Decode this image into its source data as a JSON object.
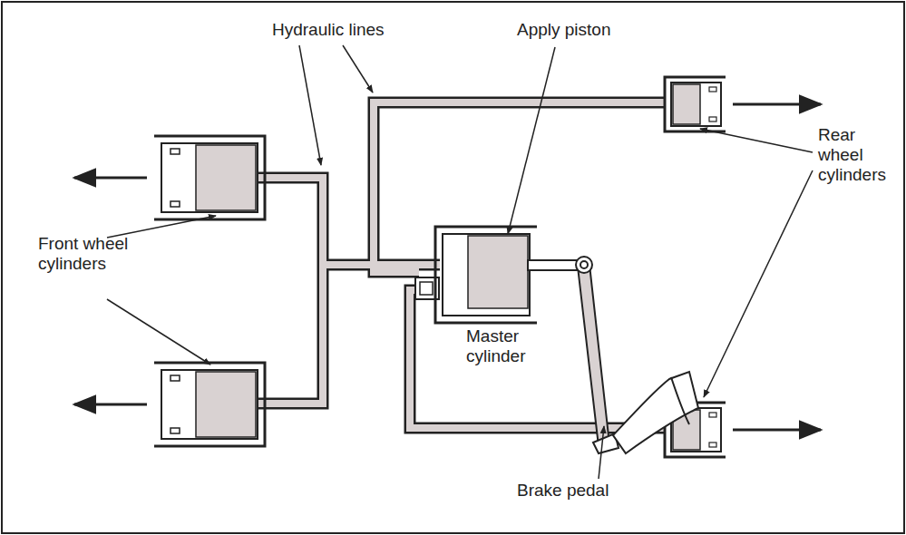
{
  "diagram": {
    "labels": [
      "Hydraulic lines",
      "Apply piston",
      "Front wheel cylinders",
      "Master cylinder",
      "Rear wheel cylinders",
      "Brake pedal"
    ]
  }
}
